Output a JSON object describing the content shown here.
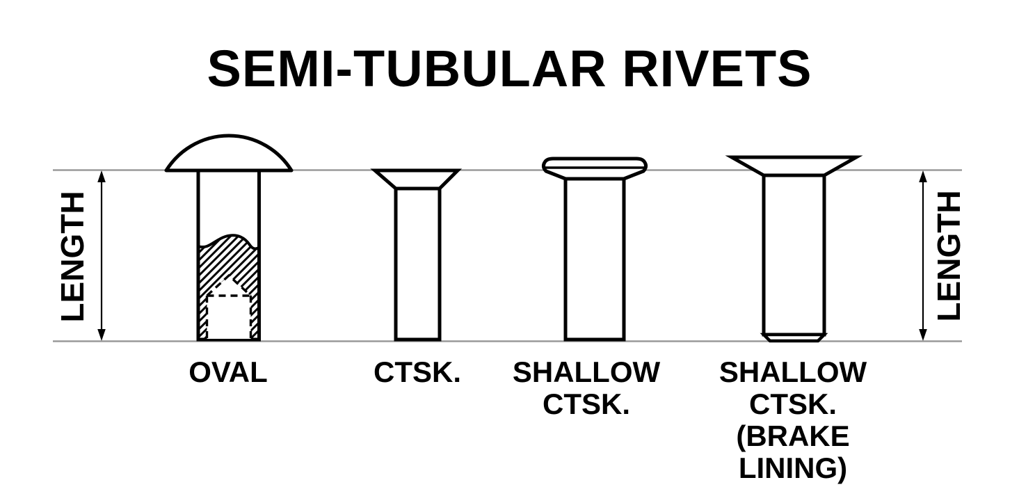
{
  "diagram": {
    "title": "SEMI-TUBULAR RIVETS",
    "left_dimension_label": "LENGTH",
    "right_dimension_label": "LENGTH",
    "rivets": [
      {
        "name": "oval",
        "label": "OVAL"
      },
      {
        "name": "countersunk",
        "label": "CTSK."
      },
      {
        "name": "shallow-countersunk",
        "label": "SHALLOW\nCTSK."
      },
      {
        "name": "shallow-countersunk-brake-lining",
        "label": "SHALLOW\nCTSK.\n(BRAKE LINING)"
      }
    ],
    "colors": {
      "ink": "#000000",
      "reference_line": "#9a9a9a",
      "background": "#ffffff"
    }
  }
}
